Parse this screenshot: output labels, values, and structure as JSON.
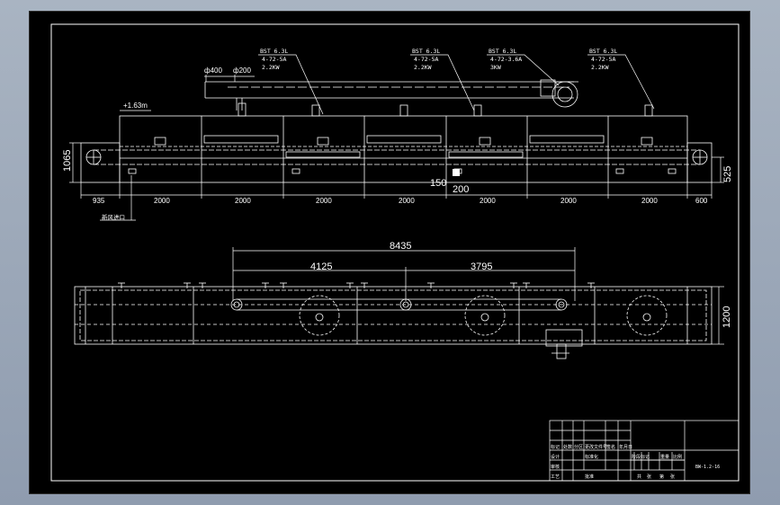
{
  "top_view": {
    "fans": [
      {
        "callout": "BST 6.3L",
        "model": "4-72-5A",
        "power": "2.2KW"
      },
      {
        "callout": "BST 6.3L",
        "model": "4-72-5A",
        "power": "2.2KW"
      },
      {
        "callout": "BST 6.3L",
        "model": "4-72-3.6A",
        "power": "3KW"
      },
      {
        "callout": "BST 6.3L",
        "model": "4-72-5A",
        "power": "2.2KW"
      }
    ],
    "duct_dims": [
      "ф400",
      "ф200"
    ],
    "elevation_mark": "+1.63m",
    "height_left": "1065",
    "height_right": "525",
    "segment_dims": [
      "935",
      "2000",
      "2000",
      "2000",
      "2000",
      "2000",
      "2000",
      "2000",
      "600"
    ],
    "small_dims": [
      "150",
      "200"
    ],
    "inlet_label": "新风进口"
  },
  "plan_view": {
    "overall_dim": "8435",
    "dim_a": "4125",
    "dim_b": "3795",
    "width_dim": "1200"
  },
  "title_block": {
    "header_cells": [
      "标记",
      "处数",
      "分区",
      "更改文件号",
      "签名",
      "年月日"
    ],
    "row_labels": [
      "设计",
      "审核",
      "工艺"
    ],
    "std_label": "标准化",
    "approve_label": "批准",
    "stage_labels": [
      "阶段标记",
      "重量",
      "比例"
    ],
    "sheet_labels": [
      "共",
      "张",
      "第",
      "张"
    ],
    "drawing_no": "BW-1.2-16"
  }
}
